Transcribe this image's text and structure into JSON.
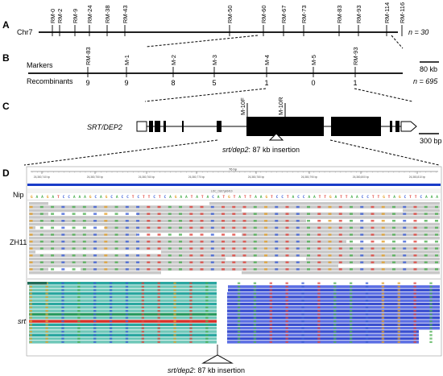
{
  "panelA": {
    "letter": "A",
    "chrom_label": "Chr7",
    "n_label": "n = 30",
    "markers": [
      "RM-0",
      "RM-2",
      "RM-9",
      "RM-24",
      "RM-38",
      "RM-43",
      "RM-50",
      "RM-60",
      "RM-67",
      "RM-73",
      "RM-83",
      "RM-93",
      "RM-114",
      "RM-116"
    ]
  },
  "panelB": {
    "letter": "B",
    "row1_label": "Markers",
    "row2_label": "Recombinants",
    "scale_label": "80 kb",
    "n_label": "n = 695",
    "markers": [
      "RM-83",
      "M-1",
      "M-2",
      "M-3",
      "M-4",
      "M-5",
      "RM-93"
    ],
    "recombinants": [
      "9",
      "9",
      "8",
      "5",
      "1",
      "0",
      "1"
    ]
  },
  "panelC": {
    "letter": "C",
    "gene_label": "SRT/DEP2",
    "primer_f": "M-10F",
    "primer_r": "M-10R",
    "insertion_gene": "srt/dep2",
    "insertion_text": ": 87 kb insertion",
    "scale_label": "300 bp"
  },
  "panelD": {
    "letter": "D",
    "ruler_center": "76 bp",
    "ruler_ticks": [
      "26,380,740 bp",
      "26,380,750 bp",
      "26,380,760 bp",
      "26,380,770 bp",
      "26,380,780 bp",
      "26,380,790 bp",
      "26,380,800 bp",
      "26,380,810 bp"
    ],
    "track_nip": "Nip",
    "track_zh11": "ZH11",
    "track_srt": "srt",
    "gene_track_label": "LOC_Os07g42410",
    "ref_sequence": "GAAGATCCAAAGCAGCACCTCTTCTCAGAATATACATGTATTAAGTCCTACCAATTGATTAACCTTGTAGCTTCAAA",
    "insertion_gene": "srt/dep2",
    "insertion_text": ": 87 kb insertion"
  },
  "colors": {
    "A": "#4caf50",
    "C": "#3c5fd6",
    "G": "#e3a02a",
    "T": "#e0443c",
    "read_gray": "#c8c8c8",
    "read_teal": "#2aa7a0",
    "read_blue": "#3a4fcf",
    "ref_bar": "#1a3cc8"
  }
}
